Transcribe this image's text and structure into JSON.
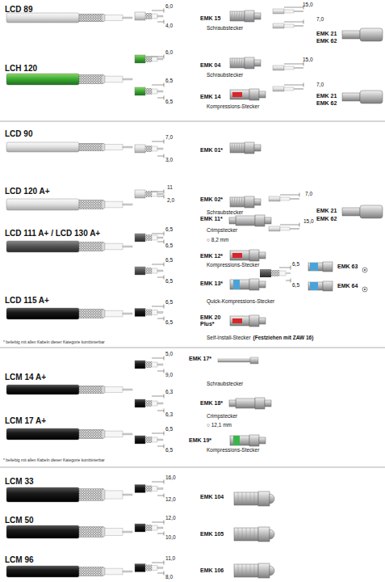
{
  "diagram": {
    "labels": [
      "LCD 89",
      "6,0",
      "4,0",
      "EMK 15",
      "Schraubstecker",
      "15,0",
      "7,0",
      "EMK 21",
      "EMK 62",
      "LCH 120",
      "6,0",
      "EMK 04",
      "Schraubstecker",
      "15,0",
      "6,5",
      "6,5",
      "EMK 14",
      "Kompressions-Stecker",
      "7,0",
      "EMK 21",
      "EMK 62",
      "LCD 90",
      "7,0",
      "3,0",
      "EMK 01*",
      "LCD 120 A+",
      "11",
      "2,0",
      "EMK 02*",
      "Schraubstecker",
      "7,0",
      "15,0",
      "EMK 21",
      "EMK 62",
      "EMK 11*",
      "Crimpstecker",
      "○ 8,2 mm",
      "LCD 111 A+ / LCD 130 A+",
      "6,5",
      "6,5",
      "EMK 12*",
      "Kompressions-Stecker",
      "6,5",
      "6,5",
      "6,5",
      "6,5",
      "EMK 63",
      "EMK 64",
      "EMK 13*",
      "Quick-Kompressions-Stecker",
      "LCD 115 A+",
      "6,5",
      "6,5",
      "EMK 20 Plus*",
      "Self-Install-Stecker",
      "(Festziehen mit ZAW 16)",
      "* beliebig mit allen Kabeln dieser Kategorie kombinierbar",
      "LCM 14 A+",
      "5,0",
      "9,0",
      "EMK 17*",
      "Schraubstecker",
      "6,3",
      "6,3",
      "EMK 18*",
      "Crimpstecker",
      "○ 12,1 mm",
      "LCM 17 A+",
      "6,5",
      "6,5",
      "EMK 19*",
      "Kompressions-Stecker",
      "* beliebig mit allen Kabeln dieser Kategorie kombinierbar",
      "LCM 33",
      "16,0",
      "12,0",
      "EMK 104",
      "LCM 50",
      "12,0",
      "10,0",
      "EMK 105",
      "LCM 96",
      "11,0",
      "8,0",
      "EMK 106"
    ]
  }
}
